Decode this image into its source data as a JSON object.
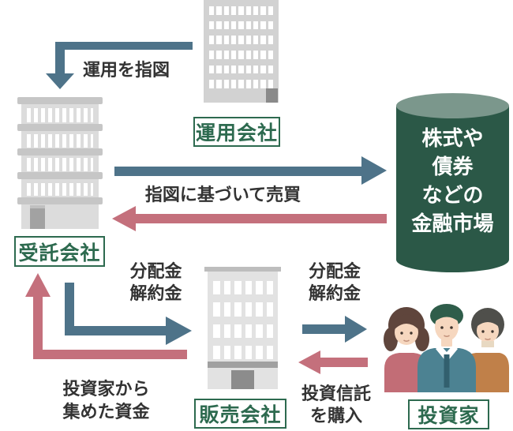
{
  "nodes": {
    "management_company": {
      "label": "運用会社"
    },
    "trustee_company": {
      "label": "受託会社"
    },
    "distribution_company": {
      "label": "販売会社"
    },
    "investors": {
      "label": "投資家"
    },
    "financial_market": {
      "line1": "株式や",
      "line2": "債券",
      "line3": "などの",
      "line4": "金融市場"
    }
  },
  "flows": {
    "manage_instruction": {
      "label": "運用を指図"
    },
    "trade_on_instruction": {
      "label": "指図に基づいて売買"
    },
    "payout_to_distributor": {
      "line1": "分配金",
      "line2": "解約金"
    },
    "funds_from_investors": {
      "line1": "投資家から",
      "line2": "集めた資金"
    },
    "payout_to_investors": {
      "line1": "分配金",
      "line2": "解約金"
    },
    "purchase_trust": {
      "line1": "投資信託",
      "line2": "を購入"
    }
  },
  "colors": {
    "arrow_blue": "#4e7389",
    "arrow_pink": "#c4707c",
    "label_green": "#2d6a4f",
    "cylinder_body": "#2b5847",
    "cylinder_top": "#7b978c"
  }
}
